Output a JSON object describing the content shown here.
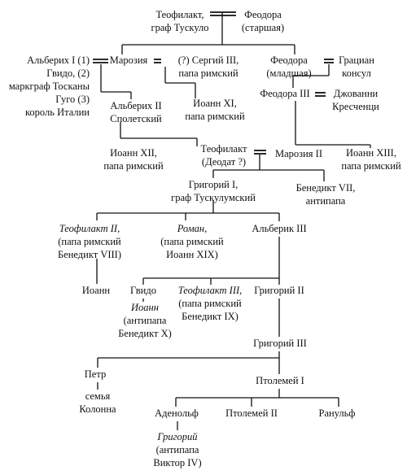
{
  "nodes": {
    "teofilakt_tusculo": [
      "Теофилакт,",
      "граф Тускуло"
    ],
    "feodora_st": [
      "Феодора",
      "(старшая)"
    ],
    "alberih1": [
      "Альберих I (1)",
      "Гвидо, (2)",
      "маркграф Тосканы",
      "Гуго (3)",
      "король Италии"
    ],
    "marozia": [
      "Марозия"
    ],
    "sergii3": [
      "(?) Сергий III,",
      "папа римский"
    ],
    "feodora_ml": [
      "Феодора",
      "(младшая)"
    ],
    "gracian": [
      "Грациан",
      "консул"
    ],
    "alberih2": [
      "Альберих II",
      "Сполетский"
    ],
    "ioann11": [
      "Иоанн XI,",
      "папа римский"
    ],
    "feodora3": [
      "Феодора III"
    ],
    "krescenci": [
      "Джованни",
      "Кресченци"
    ],
    "ioann12": [
      "Иоанн XII,",
      "папа римский"
    ],
    "teofilakt_deodat": [
      "Теофилакт",
      "(Деодат ?)"
    ],
    "marozia2": [
      "Марозия II"
    ],
    "ioann13": [
      "Иоанн XIII,",
      "папа римский"
    ],
    "grigorii1": [
      "Григорий I,",
      "граф Тускулумский"
    ],
    "benedikt7": [
      "Бенедикт VII,",
      "антипапа"
    ],
    "teofilakt2": [
      "Теофилакт II,",
      "(папа римский",
      "Бенедикт VIII)"
    ],
    "roman": [
      "Роман,",
      "(папа римский",
      "Иоанн XIX)"
    ],
    "alberik3": [
      "Альберик III"
    ],
    "ioann": [
      "Иоанн"
    ],
    "gvido": [
      "Гвидо"
    ],
    "ioann_anti": [
      "Иоанн",
      "(антипапа",
      "Бенедикт X)"
    ],
    "teofilakt3": [
      "Теофилакт III,",
      "(папа римский",
      "Бенедикт IX)"
    ],
    "grigorii2": [
      "Григорий II"
    ],
    "grigorii3": [
      "Григорий III"
    ],
    "petr": [
      "Петр"
    ],
    "kolonna": [
      "семья",
      "Колонна"
    ],
    "ptolemei1": [
      "Птолемей I"
    ],
    "adenolf": [
      "Аденольф"
    ],
    "ptolemei2": [
      "Птолемей II"
    ],
    "ranulf": [
      "Ранульф"
    ],
    "grigorii_anti": [
      "Григорий",
      "(антипапа",
      "Виктор IV)"
    ]
  }
}
